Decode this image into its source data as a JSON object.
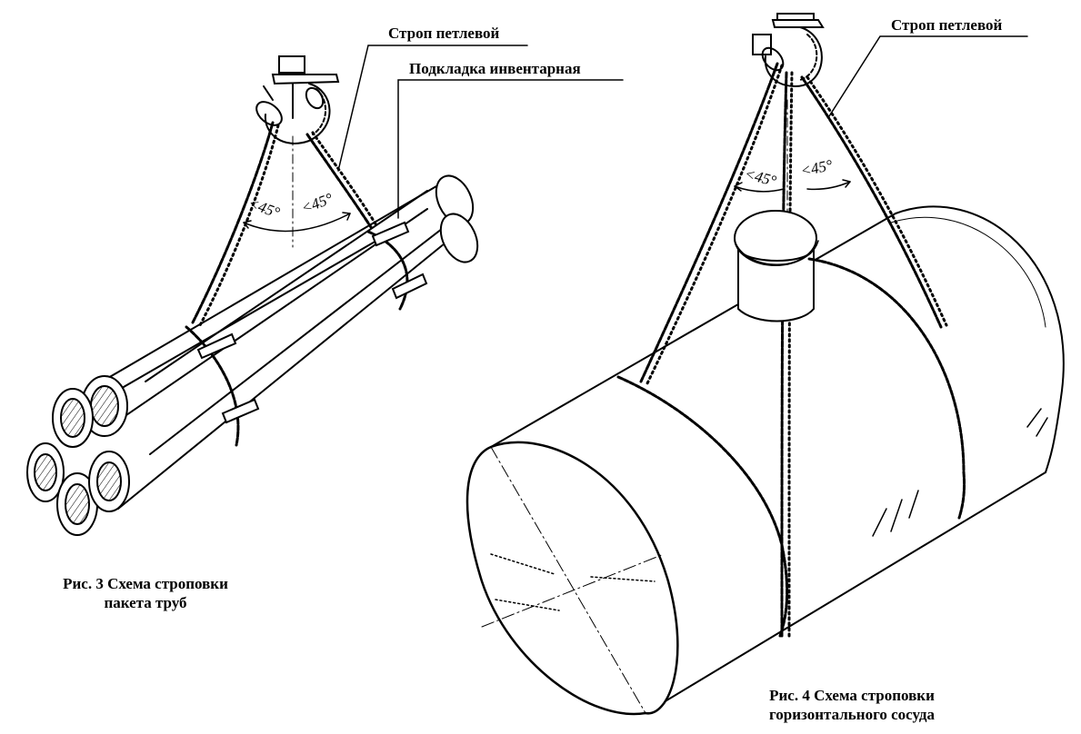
{
  "left_figure": {
    "label_sling": "Строп петлевой",
    "label_pad": "Подкладка инвентарная",
    "angle_left": "<45°",
    "angle_right": "<45°",
    "caption_line1": "Рис. 3 Схема строповки",
    "caption_line2": "пакета труб"
  },
  "right_figure": {
    "label_sling": "Строп петлевой",
    "angle_left": "<45°",
    "angle_right": "<45°",
    "caption_line1": "Рис. 4 Схема строповки",
    "caption_line2": "горизонтального сосуда"
  }
}
